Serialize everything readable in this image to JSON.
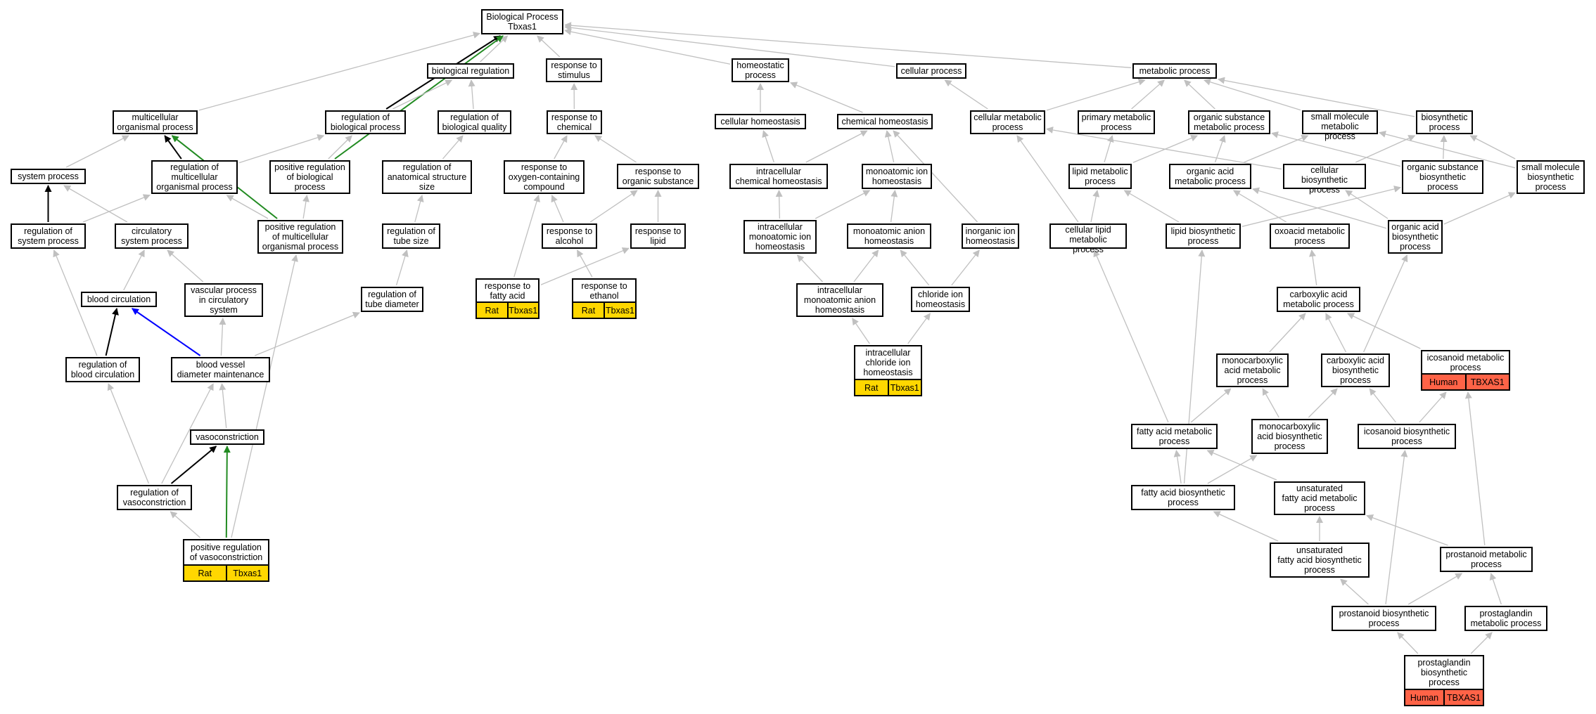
{
  "colors": {
    "edge_default": "#c0c0c0",
    "edge_black": "#000000",
    "edge_green": "#228b22",
    "edge_blue": "#0000ff",
    "rat_tag": "#ffd700",
    "human_tag": "#ff6347"
  },
  "nodes": [
    {
      "id": "root",
      "label": "Biological Process\nTbxas1"
    },
    {
      "id": "bio_reg",
      "label": "biological regulation"
    },
    {
      "id": "resp_stim",
      "label": "response to\nstimulus"
    },
    {
      "id": "homeo",
      "label": "homeostatic\nprocess"
    },
    {
      "id": "cell_proc",
      "label": "cellular process"
    },
    {
      "id": "metab",
      "label": "metabolic process"
    },
    {
      "id": "multi_org",
      "label": "multicellular\norganismal process"
    },
    {
      "id": "reg_bio",
      "label": "regulation of\nbiological process"
    },
    {
      "id": "reg_qual",
      "label": "regulation of\nbiological quality"
    },
    {
      "id": "resp_chem",
      "label": "response to\nchemical"
    },
    {
      "id": "cell_homeo",
      "label": "cellular homeostasis"
    },
    {
      "id": "chem_homeo",
      "label": "chemical homeostasis"
    },
    {
      "id": "cell_metab",
      "label": "cellular metabolic\nprocess"
    },
    {
      "id": "prim_metab",
      "label": "primary metabolic\nprocess"
    },
    {
      "id": "org_sub_metab",
      "label": "organic substance\nmetabolic process"
    },
    {
      "id": "small_mol_metab",
      "label": "small molecule\nmetabolic process"
    },
    {
      "id": "biosyn",
      "label": "biosynthetic\nprocess"
    },
    {
      "id": "sys_proc",
      "label": "system process"
    },
    {
      "id": "reg_multi",
      "label": "regulation of\nmulticellular\norganismal process"
    },
    {
      "id": "pos_reg_bio",
      "label": "positive regulation\nof biological\nprocess"
    },
    {
      "id": "reg_anat",
      "label": "regulation of\nanatomical structure\nsize"
    },
    {
      "id": "resp_oxy",
      "label": "response to\noxygen-containing\ncompound"
    },
    {
      "id": "resp_org_sub",
      "label": "response to\norganic substance"
    },
    {
      "id": "intra_chem_homeo",
      "label": "intracellular\nchemical homeostasis"
    },
    {
      "id": "mono_ion_homeo",
      "label": "monoatomic ion\nhomeostasis"
    },
    {
      "id": "lipid_metab",
      "label": "lipid metabolic\nprocess"
    },
    {
      "id": "org_acid_metab",
      "label": "organic acid\nmetabolic process"
    },
    {
      "id": "cell_biosyn",
      "label": "cellular biosynthetic\nprocess"
    },
    {
      "id": "org_sub_biosyn",
      "label": "organic substance\nbiosynthetic\nprocess"
    },
    {
      "id": "small_mol_biosyn",
      "label": "small molecule\nbiosynthetic\nprocess"
    },
    {
      "id": "reg_sys",
      "label": "regulation of\nsystem process"
    },
    {
      "id": "circ_sys",
      "label": "circulatory\nsystem process"
    },
    {
      "id": "pos_reg_multi",
      "label": "positive regulation\nof multicellular\norganismal process"
    },
    {
      "id": "reg_tube_size",
      "label": "regulation of\ntube size"
    },
    {
      "id": "resp_alc",
      "label": "response to\nalcohol"
    },
    {
      "id": "resp_lipid",
      "label": "response to\nlipid"
    },
    {
      "id": "intra_mono_ion",
      "label": "intracellular\nmonoatomic ion\nhomeostasis"
    },
    {
      "id": "mono_anion",
      "label": "monoatomic anion\nhomeostasis"
    },
    {
      "id": "inorg_ion",
      "label": "inorganic ion\nhomeostasis"
    },
    {
      "id": "cell_lipid_metab",
      "label": "cellular lipid\nmetabolic process"
    },
    {
      "id": "lipid_biosyn",
      "label": "lipid biosynthetic\nprocess"
    },
    {
      "id": "oxoacid_metab",
      "label": "oxoacid metabolic\nprocess"
    },
    {
      "id": "org_acid_biosyn",
      "label": "organic acid\nbiosynthetic\nprocess"
    },
    {
      "id": "blood_circ",
      "label": "blood circulation"
    },
    {
      "id": "vasc_proc",
      "label": "vascular process\nin circulatory\nsystem"
    },
    {
      "id": "reg_tube_diam",
      "label": "regulation of\ntube diameter"
    },
    {
      "id": "resp_fatty",
      "label": "response to\nfatty acid",
      "tags": [
        "Rat",
        "Tbxas1"
      ],
      "tag_color": "rat"
    },
    {
      "id": "resp_eth",
      "label": "response to\nethanol",
      "tags": [
        "Rat",
        "Tbxas1"
      ],
      "tag_color": "rat"
    },
    {
      "id": "intra_mono_anion",
      "label": "intracellular\nmonoatomic anion\nhomeostasis"
    },
    {
      "id": "chloride_homeo",
      "label": "chloride ion\nhomeostasis"
    },
    {
      "id": "carbox_metab",
      "label": "carboxylic acid\nmetabolic process"
    },
    {
      "id": "reg_blood_circ",
      "label": "regulation of\nblood circulation"
    },
    {
      "id": "bv_diam",
      "label": "blood vessel\ndiameter maintenance"
    },
    {
      "id": "intra_chloride",
      "label": "intracellular\nchloride ion\nhomeostasis",
      "tags": [
        "Rat",
        "Tbxas1"
      ],
      "tag_color": "rat"
    },
    {
      "id": "monocarb_metab",
      "label": "monocarboxylic\nacid metabolic\nprocess"
    },
    {
      "id": "carbox_biosyn",
      "label": "carboxylic acid\nbiosynthetic\nprocess"
    },
    {
      "id": "icos_metab",
      "label": "icosanoid metabolic\nprocess",
      "tags": [
        "Human",
        "TBXAS1"
      ],
      "tag_color": "human"
    },
    {
      "id": "vasocon",
      "label": "vasoconstriction"
    },
    {
      "id": "fatty_metab",
      "label": "fatty acid metabolic\nprocess"
    },
    {
      "id": "monocarb_biosyn",
      "label": "monocarboxylic\nacid biosynthetic\nprocess"
    },
    {
      "id": "icos_biosyn",
      "label": "icosanoid biosynthetic\nprocess"
    },
    {
      "id": "reg_vasocon",
      "label": "regulation of\nvasoconstriction"
    },
    {
      "id": "fatty_biosyn",
      "label": "fatty acid biosynthetic\nprocess"
    },
    {
      "id": "unsat_metab",
      "label": "unsaturated\nfatty acid metabolic\nprocess"
    },
    {
      "id": "pos_reg_vasocon",
      "label": "positive regulation\nof vasoconstriction",
      "tags": [
        "Rat",
        "Tbxas1"
      ],
      "tag_color": "rat"
    },
    {
      "id": "unsat_biosyn",
      "label": "unsaturated\nfatty acid biosynthetic\nprocess"
    },
    {
      "id": "prost_metab",
      "label": "prostanoid metabolic\nprocess"
    },
    {
      "id": "prost_biosyn",
      "label": "prostanoid biosynthetic\nprocess"
    },
    {
      "id": "prosta_metab",
      "label": "prostaglandin\nmetabolic process"
    },
    {
      "id": "prosta_biosyn",
      "label": "prostaglandin\nbiosynthetic\nprocess",
      "tags": [
        "Human",
        "TBXAS1"
      ],
      "tag_color": "human"
    }
  ],
  "edges": [
    [
      "bio_reg",
      "root"
    ],
    [
      "resp_stim",
      "root"
    ],
    [
      "homeo",
      "root"
    ],
    [
      "cell_proc",
      "root"
    ],
    [
      "metab",
      "root"
    ],
    [
      "multi_org",
      "root"
    ],
    [
      "reg_bio",
      "root",
      "black"
    ],
    [
      "pos_reg_bio",
      "root",
      "green"
    ],
    [
      "reg_bio",
      "bio_reg"
    ],
    [
      "reg_qual",
      "bio_reg"
    ],
    [
      "resp_chem",
      "resp_stim"
    ],
    [
      "cell_homeo",
      "homeo"
    ],
    [
      "chem_homeo",
      "homeo"
    ],
    [
      "cell_metab",
      "cell_proc"
    ],
    [
      "cell_metab",
      "metab"
    ],
    [
      "prim_metab",
      "metab"
    ],
    [
      "org_sub_metab",
      "metab"
    ],
    [
      "small_mol_metab",
      "metab"
    ],
    [
      "biosyn",
      "metab"
    ],
    [
      "sys_proc",
      "multi_org"
    ],
    [
      "reg_multi",
      "multi_org",
      "black"
    ],
    [
      "pos_reg_multi",
      "multi_org",
      "green"
    ],
    [
      "reg_multi",
      "reg_bio"
    ],
    [
      "pos_reg_bio",
      "reg_bio"
    ],
    [
      "reg_anat",
      "reg_qual"
    ],
    [
      "resp_oxy",
      "resp_chem"
    ],
    [
      "resp_org_sub",
      "resp_chem"
    ],
    [
      "intra_chem_homeo",
      "cell_homeo"
    ],
    [
      "intra_chem_homeo",
      "chem_homeo"
    ],
    [
      "mono_ion_homeo",
      "chem_homeo"
    ],
    [
      "inorg_ion",
      "chem_homeo"
    ],
    [
      "lipid_metab",
      "prim_metab"
    ],
    [
      "org_acid_metab",
      "org_sub_metab"
    ],
    [
      "org_acid_metab",
      "small_mol_metab"
    ],
    [
      "lipid_metab",
      "org_sub_metab"
    ],
    [
      "cell_biosyn",
      "cell_metab"
    ],
    [
      "cell_biosyn",
      "biosyn"
    ],
    [
      "org_sub_biosyn",
      "org_sub_metab"
    ],
    [
      "org_sub_biosyn",
      "biosyn"
    ],
    [
      "small_mol_biosyn",
      "small_mol_metab"
    ],
    [
      "small_mol_biosyn",
      "biosyn"
    ],
    [
      "reg_sys",
      "sys_proc",
      "black"
    ],
    [
      "circ_sys",
      "sys_proc"
    ],
    [
      "reg_sys",
      "reg_multi"
    ],
    [
      "pos_reg_multi",
      "reg_multi"
    ],
    [
      "pos_reg_multi",
      "pos_reg_bio"
    ],
    [
      "reg_tube_size",
      "reg_anat"
    ],
    [
      "resp_alc",
      "resp_oxy"
    ],
    [
      "resp_alc",
      "resp_org_sub"
    ],
    [
      "resp_lipid",
      "resp_org_sub"
    ],
    [
      "intra_mono_ion",
      "intra_chem_homeo"
    ],
    [
      "intra_mono_ion",
      "mono_ion_homeo"
    ],
    [
      "mono_anion",
      "mono_ion_homeo"
    ],
    [
      "cell_lipid_metab",
      "cell_metab"
    ],
    [
      "cell_lipid_metab",
      "lipid_metab"
    ],
    [
      "lipid_biosyn",
      "lipid_metab"
    ],
    [
      "lipid_biosyn",
      "org_sub_biosyn"
    ],
    [
      "oxoacid_metab",
      "org_acid_metab"
    ],
    [
      "org_acid_biosyn",
      "org_acid_metab"
    ],
    [
      "org_acid_biosyn",
      "cell_biosyn"
    ],
    [
      "org_acid_biosyn",
      "small_mol_biosyn"
    ],
    [
      "blood_circ",
      "circ_sys"
    ],
    [
      "vasc_proc",
      "circ_sys"
    ],
    [
      "reg_tube_diam",
      "reg_tube_size"
    ],
    [
      "resp_fatty",
      "resp_oxy"
    ],
    [
      "resp_fatty",
      "resp_lipid"
    ],
    [
      "resp_eth",
      "resp_alc"
    ],
    [
      "intra_mono_anion",
      "intra_mono_ion"
    ],
    [
      "intra_mono_anion",
      "mono_anion"
    ],
    [
      "chloride_homeo",
      "mono_anion"
    ],
    [
      "chloride_homeo",
      "inorg_ion"
    ],
    [
      "carbox_metab",
      "oxoacid_metab"
    ],
    [
      "reg_blood_circ",
      "reg_sys"
    ],
    [
      "reg_blood_circ",
      "blood_circ",
      "black"
    ],
    [
      "bv_diam",
      "blood_circ",
      "blue"
    ],
    [
      "bv_diam",
      "vasc_proc"
    ],
    [
      "bv_diam",
      "reg_tube_diam"
    ],
    [
      "intra_chloride",
      "intra_mono_anion"
    ],
    [
      "intra_chloride",
      "chloride_homeo"
    ],
    [
      "monocarb_metab",
      "carbox_metab"
    ],
    [
      "carbox_biosyn",
      "carbox_metab"
    ],
    [
      "carbox_biosyn",
      "org_acid_biosyn"
    ],
    [
      "icos_metab",
      "carbox_metab"
    ],
    [
      "vasocon",
      "bv_diam"
    ],
    [
      "fatty_metab",
      "cell_lipid_metab"
    ],
    [
      "fatty_metab",
      "monocarb_metab"
    ],
    [
      "monocarb_biosyn",
      "monocarb_metab"
    ],
    [
      "monocarb_biosyn",
      "carbox_biosyn"
    ],
    [
      "icos_biosyn",
      "carbox_biosyn"
    ],
    [
      "icos_biosyn",
      "icos_metab"
    ],
    [
      "reg_vasocon",
      "reg_blood_circ"
    ],
    [
      "reg_vasocon",
      "bv_diam"
    ],
    [
      "reg_vasocon",
      "vasocon",
      "black"
    ],
    [
      "fatty_biosyn",
      "fatty_metab"
    ],
    [
      "fatty_biosyn",
      "lipid_biosyn"
    ],
    [
      "fatty_biosyn",
      "monocarb_biosyn"
    ],
    [
      "unsat_metab",
      "fatty_metab"
    ],
    [
      "pos_reg_vasocon",
      "reg_vasocon"
    ],
    [
      "pos_reg_vasocon",
      "vasocon",
      "green"
    ],
    [
      "pos_reg_vasocon",
      "pos_reg_multi"
    ],
    [
      "unsat_biosyn",
      "fatty_biosyn"
    ],
    [
      "unsat_biosyn",
      "unsat_metab"
    ],
    [
      "prost_metab",
      "unsat_metab"
    ],
    [
      "prost_metab",
      "icos_metab"
    ],
    [
      "prost_biosyn",
      "unsat_biosyn"
    ],
    [
      "prost_biosyn",
      "prost_metab"
    ],
    [
      "prost_biosyn",
      "icos_biosyn"
    ],
    [
      "prosta_metab",
      "prost_metab"
    ],
    [
      "prosta_biosyn",
      "prost_biosyn"
    ],
    [
      "prosta_biosyn",
      "prosta_metab"
    ]
  ]
}
